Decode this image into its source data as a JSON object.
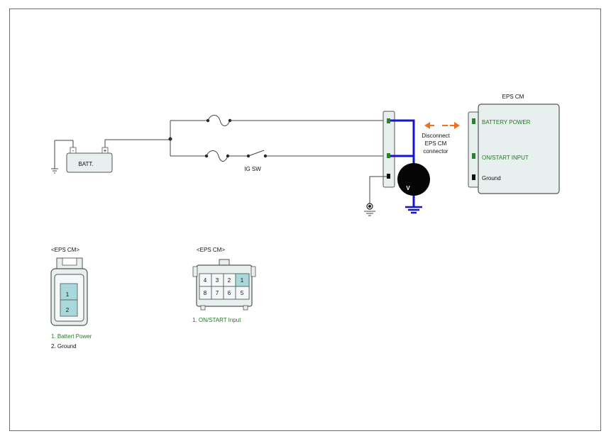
{
  "battery": {
    "label": "BATT.",
    "neg": "-",
    "pos": "+"
  },
  "switch": {
    "label": "IG SW"
  },
  "meter": {
    "label": "V"
  },
  "note": {
    "line1": "Disconnect",
    "line2": "EPS CM",
    "line3": "connector"
  },
  "module": {
    "title": "EPS CM",
    "pins": [
      "BATTERY POWER",
      "ON/START INPUT",
      "Ground"
    ]
  },
  "connector_a": {
    "title": "<EPS CM>",
    "pins": [
      "1",
      "2"
    ],
    "legend": [
      "1.    Battert Power",
      "2. Ground"
    ]
  },
  "connector_b": {
    "title": "<EPS CM>",
    "top_row": [
      "4",
      "3",
      "2",
      "1"
    ],
    "bottom_row": [
      "8",
      "7",
      "6",
      "5"
    ],
    "legend": [
      "1.    ON/START Input"
    ]
  },
  "colors": {
    "probe_wire": "#1414c8",
    "arrow": "#f07020",
    "pin_active": "#1f8a1f",
    "pin_ground": "#111111",
    "module_fill": "#e8f0ef",
    "pin_highlight": "#a8d8dc"
  }
}
